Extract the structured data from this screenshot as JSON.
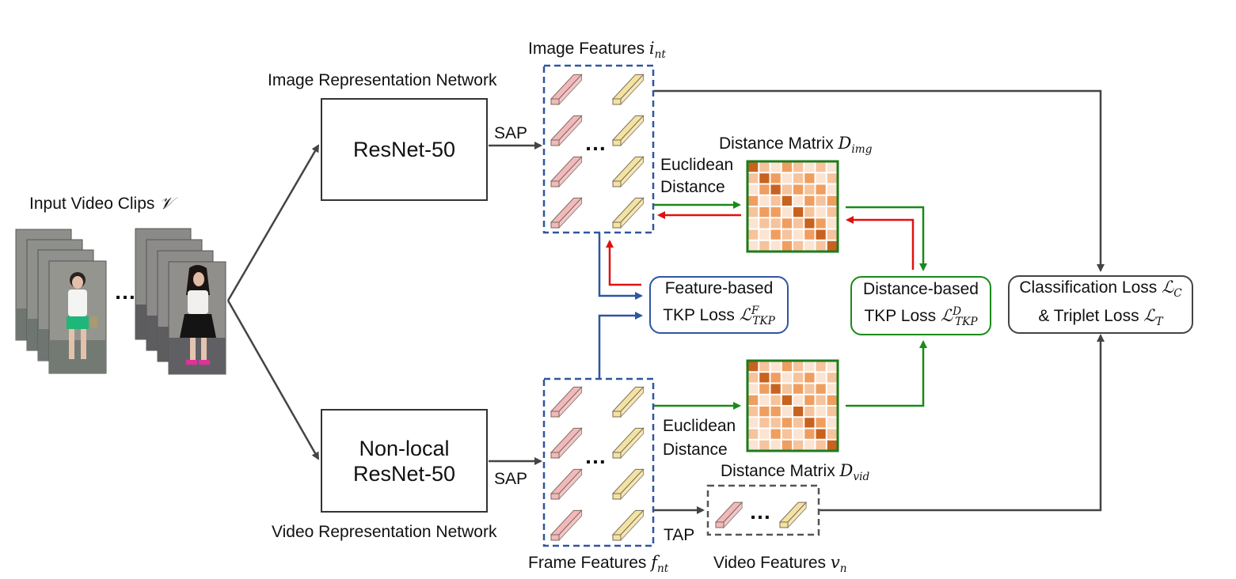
{
  "title": {
    "image_features": "Image Features",
    "image_features_sym": "i",
    "image_features_sub": "nt",
    "frame_features": "Frame Features",
    "frame_features_sym": "f",
    "frame_features_sub": "nt",
    "video_features": "Video Features",
    "video_features_sym": "v",
    "video_features_sub": "n"
  },
  "inputs": {
    "label": "Input Video Clips",
    "symbol": "𝒱",
    "ellipsis": "…"
  },
  "networks": {
    "image_label": "Image Representation Network",
    "image_box": "ResNet-50",
    "video_label": "Video Representation Network",
    "video_box_line1": "Non-",
    "video_box_line1b": "local",
    "video_box_line2": "ResNet-50"
  },
  "pooling": {
    "sap_top": "SAP",
    "sap_bottom": "SAP",
    "tap": "TAP",
    "ellipsis": "…"
  },
  "distance": {
    "euclid_top_1": "Euclidean",
    "euclid_top_2": "Distance",
    "euclid_bot_1": "Euclidean",
    "euclid_bot_2": "Distance",
    "matrix_img": "Distance Matrix",
    "matrix_img_sym": "D",
    "matrix_img_sub": "img",
    "matrix_vid": "Distance Matrix",
    "matrix_vid_sym": "D",
    "matrix_vid_sub": "vid"
  },
  "losses": {
    "feature_line1": "Feature-based",
    "feature_line2": "TKP Loss",
    "feature_sym": "ℒ",
    "feature_sup": "F",
    "feature_sub": "TKP",
    "distance_line1": "Distance-based",
    "distance_line2": "TKP Loss",
    "distance_sym": "ℒ",
    "distance_sup": "D",
    "distance_sub": "TKP",
    "cls_line1": "Classification Loss",
    "cls_sym": "ℒ",
    "cls_sub": "C",
    "cls_line2": "& Triplet Loss",
    "tri_sym": "ℒ",
    "tri_sub": "T"
  },
  "colors": {
    "arrow_gray": "#444444",
    "feature_blue": "#2f56a0",
    "green": "#1a8a1a",
    "red": "#e01010",
    "matrix_border": "#1e7a1e",
    "feat_pink": "#f2b8bc",
    "feat_yellow": "#f3e3a2"
  },
  "matrix_cells": [
    [
      5,
      2,
      1,
      3,
      2,
      1,
      2,
      1
    ],
    [
      2,
      5,
      3,
      1,
      2,
      3,
      1,
      2
    ],
    [
      1,
      3,
      5,
      2,
      3,
      2,
      3,
      1
    ],
    [
      3,
      1,
      2,
      5,
      1,
      3,
      2,
      3
    ],
    [
      2,
      3,
      3,
      1,
      5,
      2,
      1,
      2
    ],
    [
      1,
      2,
      2,
      3,
      2,
      5,
      3,
      1
    ],
    [
      2,
      1,
      3,
      2,
      1,
      3,
      5,
      2
    ],
    [
      1,
      2,
      1,
      3,
      2,
      1,
      2,
      5
    ]
  ]
}
